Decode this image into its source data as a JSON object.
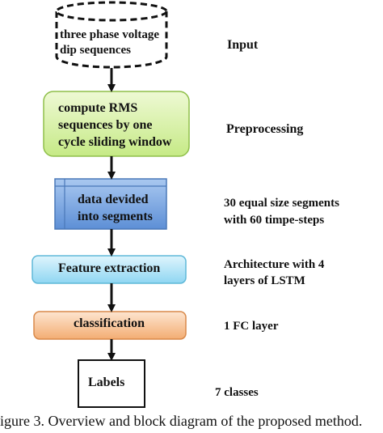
{
  "diagram": {
    "steps": [
      {
        "id": "input",
        "lines": [
          "three phase voltage",
          "dip sequences"
        ],
        "shape": "cylinder-dashed",
        "annotation": [
          "Input"
        ]
      },
      {
        "id": "preprocess",
        "lines": [
          "compute RMS",
          "sequences by one",
          "cycle sliding window"
        ],
        "shape": "rounded-box",
        "fill": "#d7f0a8",
        "annotation": [
          "Preprocessing"
        ]
      },
      {
        "id": "segment",
        "lines": [
          "data devided",
          "into segments"
        ],
        "shape": "table-box",
        "fill": "#7aa7e0",
        "annotation": [
          "30 equal size segments",
          "with 60 timpe-steps"
        ]
      },
      {
        "id": "feature",
        "lines": [
          "Feature extraction"
        ],
        "shape": "rounded-box",
        "fill": "#b3e6f7",
        "annotation": [
          "Architecture with 4",
          "layers of LSTM"
        ]
      },
      {
        "id": "classify",
        "lines": [
          "classification"
        ],
        "shape": "rounded-box",
        "fill": "#f6c49b",
        "annotation": [
          "1 FC layer"
        ]
      },
      {
        "id": "labels",
        "lines": [
          "Labels"
        ],
        "shape": "plain-box",
        "annotation": [
          "7 classes"
        ]
      }
    ],
    "arrow_color": "#111111"
  },
  "caption": "igure 3.    Overview and block diagram of the proposed method."
}
